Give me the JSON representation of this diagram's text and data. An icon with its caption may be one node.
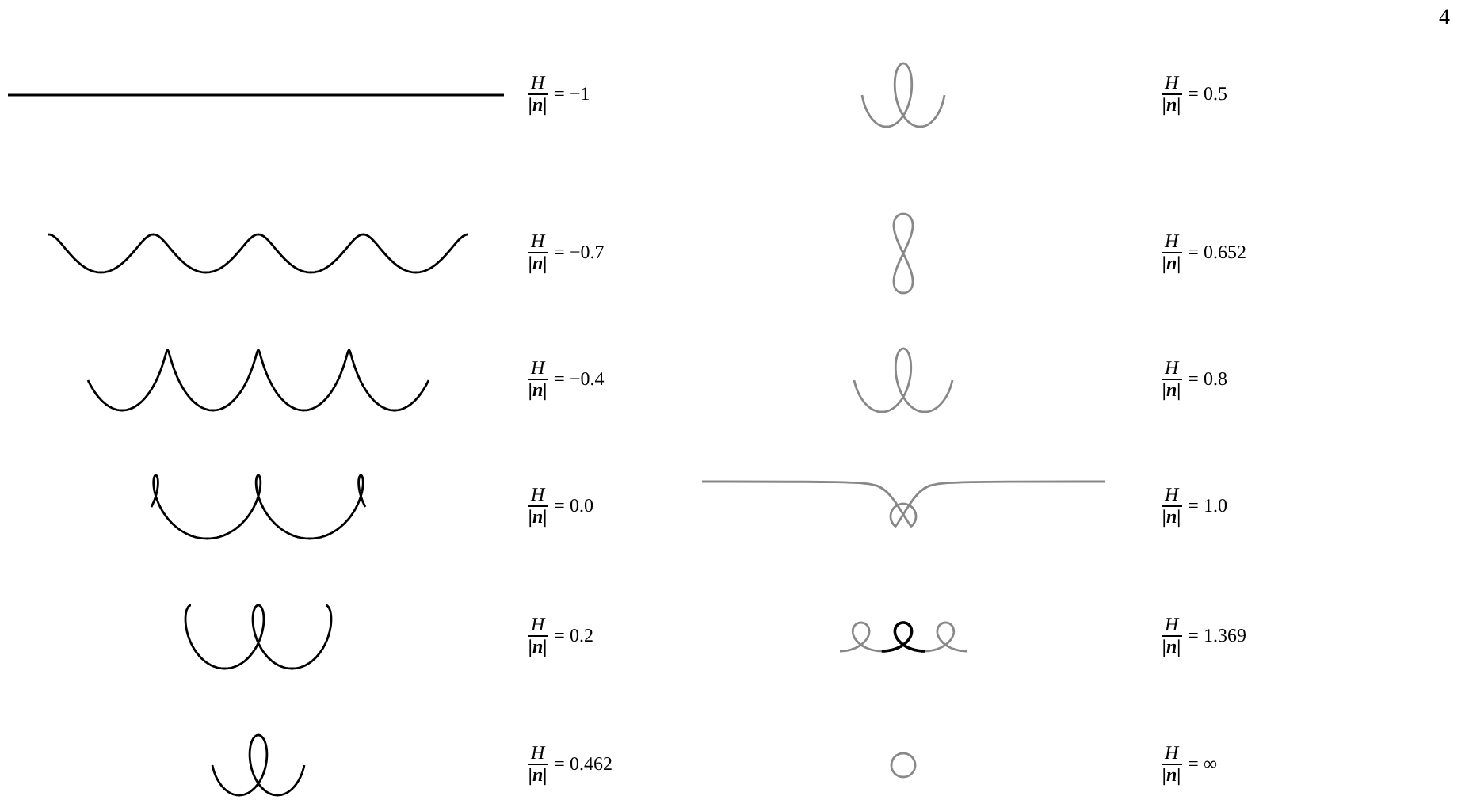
{
  "diagram": {
    "labels": [
      "4",
      "H",
      "|n|",
      "= −1",
      "H",
      "|n|",
      "= 0.5",
      "H",
      "|n|",
      "= −0.7",
      "H",
      "|n|",
      "= 0.652",
      "H",
      "|n|",
      "= −0.4",
      "H",
      "|n|",
      "= 0.8",
      "H",
      "|n|",
      "= 0.0",
      "H",
      "|n|",
      "= 1.0",
      "H",
      "|n|",
      "= 0.2",
      "H",
      "|n|",
      "= 1.369",
      "H",
      "|n|",
      "= 0.462",
      "H",
      "|n|",
      "= ∞"
    ]
  }
}
